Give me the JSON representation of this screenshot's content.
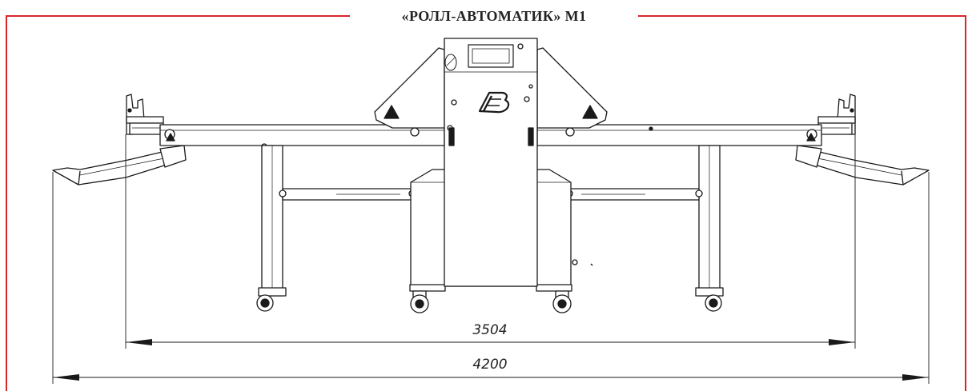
{
  "title": "«РОЛЛ-АВТОМАТИК» М1",
  "dimensions": {
    "inner_width": "3504",
    "overall_width": "4200"
  },
  "colors": {
    "frame": "#d9262b",
    "drawing": "#1a1a1a"
  }
}
